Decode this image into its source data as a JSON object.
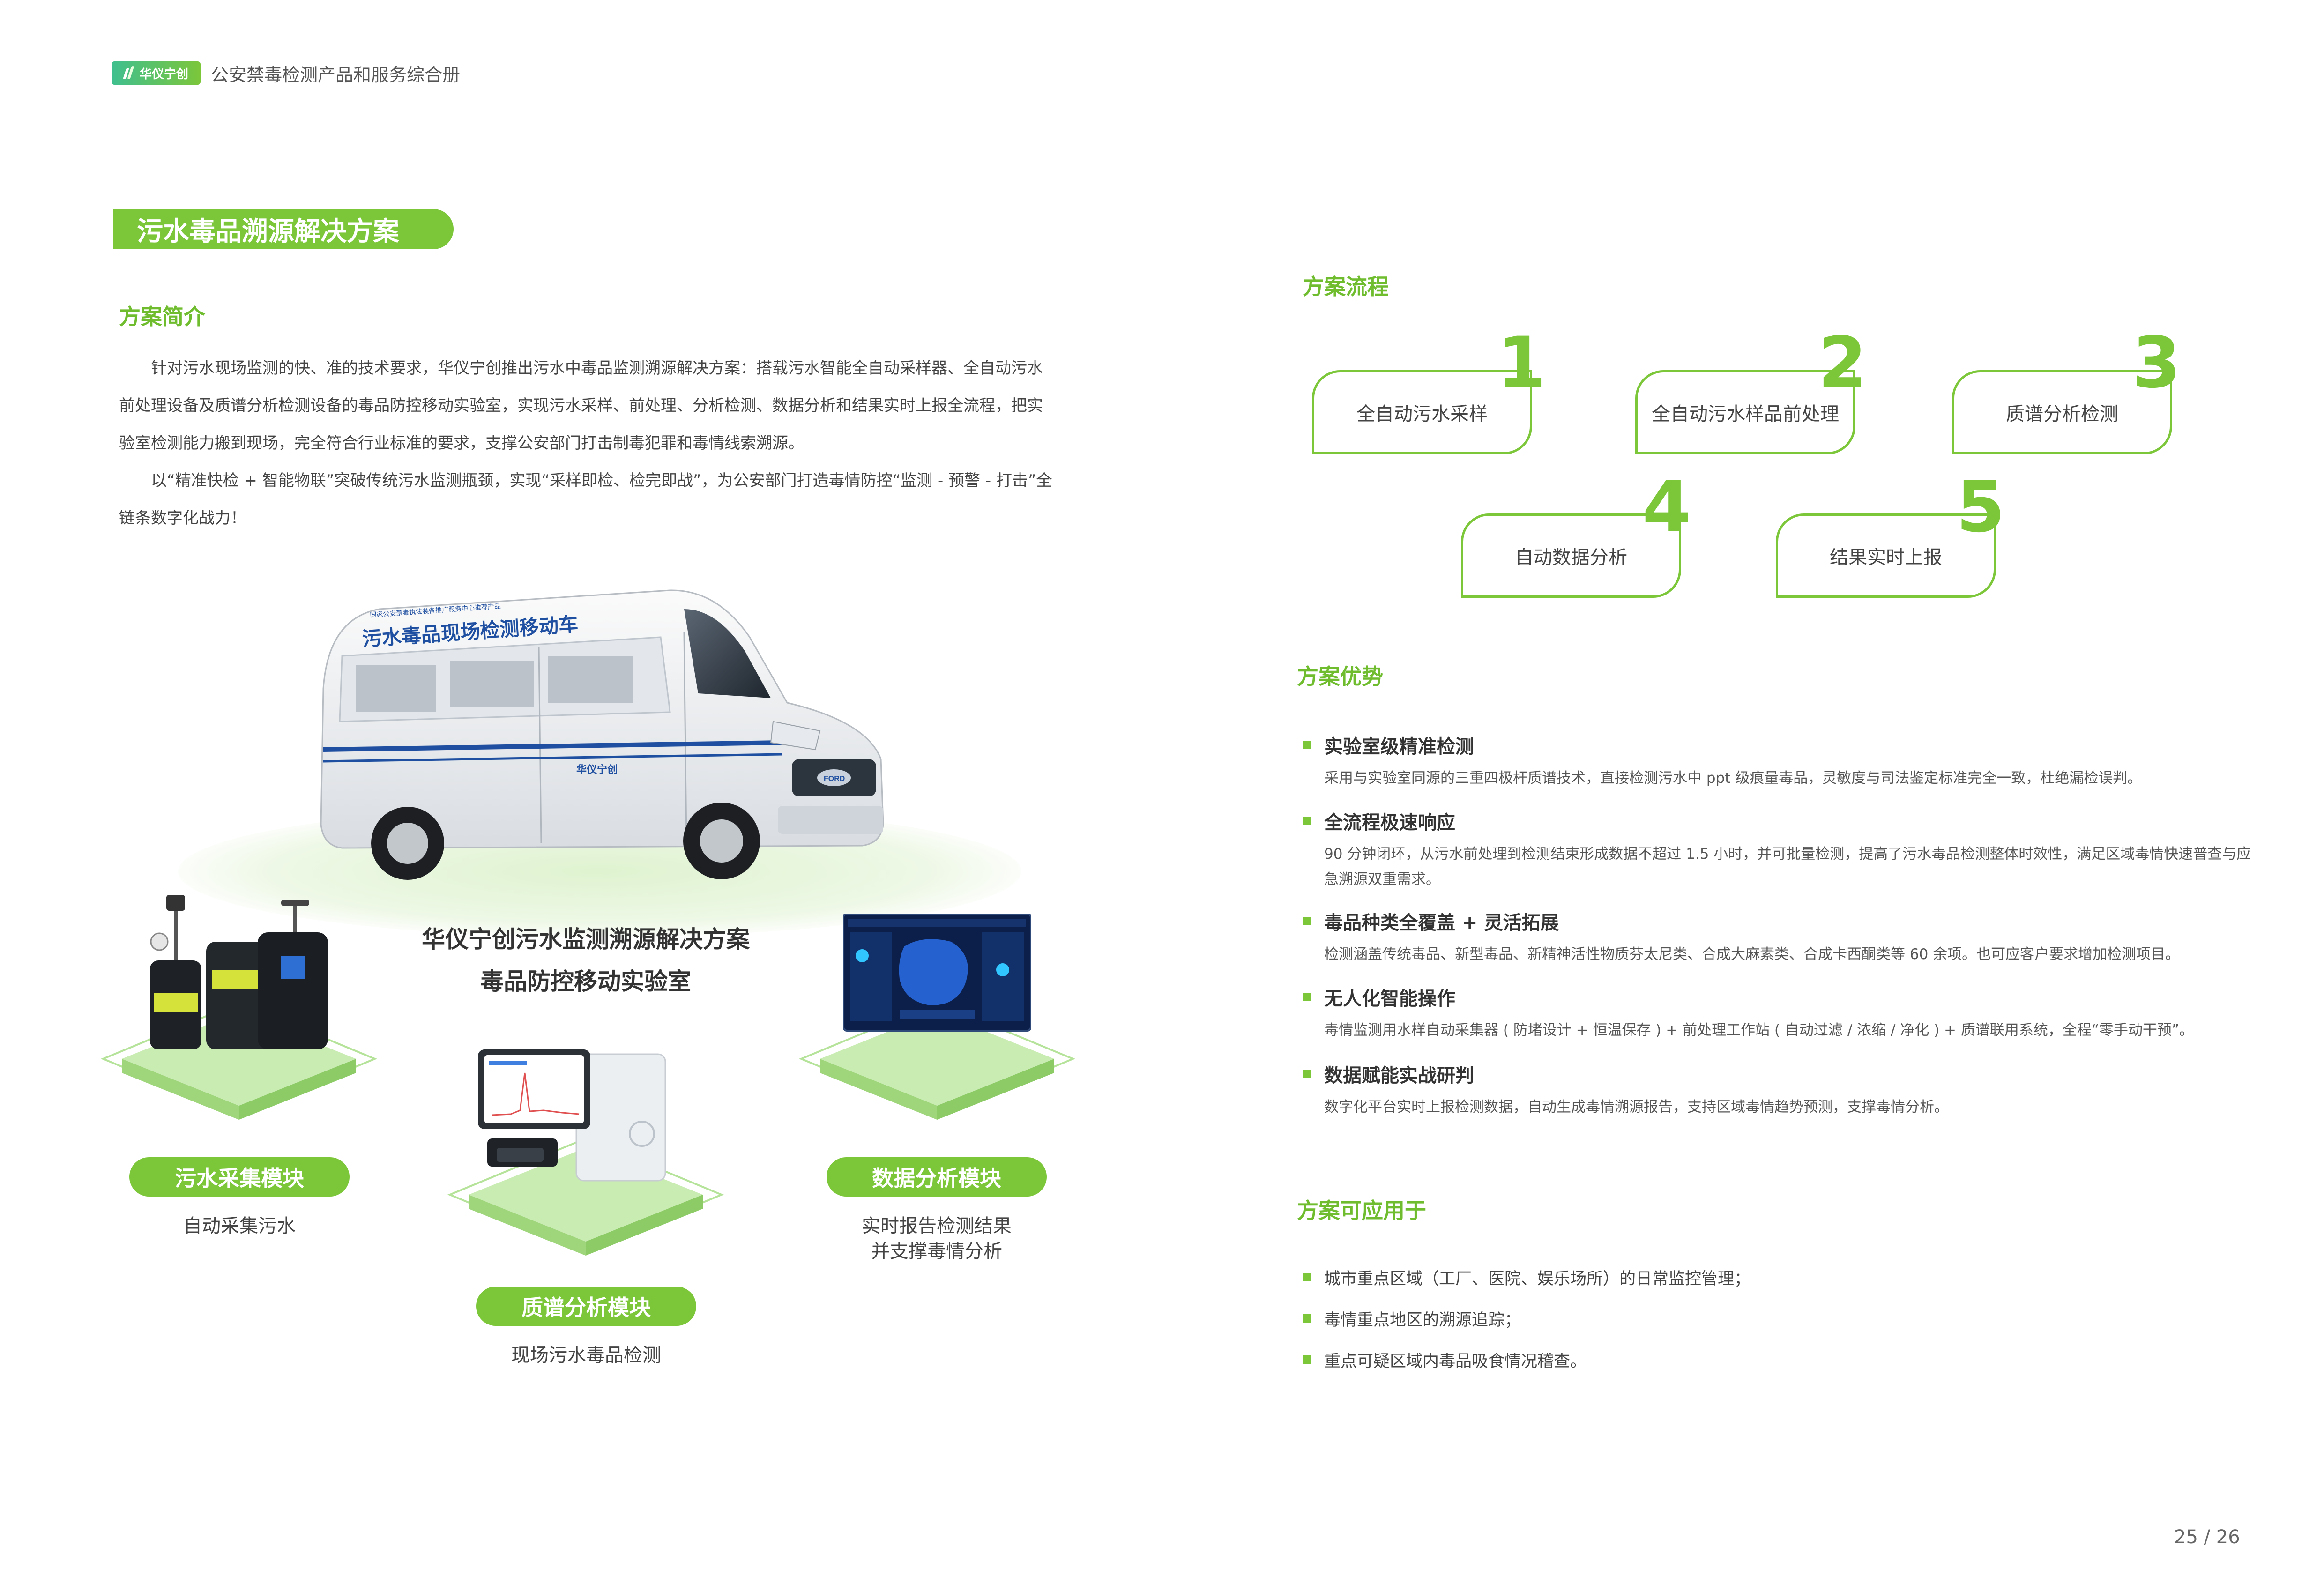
{
  "header": {
    "logo_text": "华仪宁创",
    "title": "公安禁毒检测产品和服务综合册"
  },
  "section_title": "污水毒品溯源解决方案",
  "intro": {
    "heading": "方案简介",
    "paragraph1": "针对污水现场监测的快、准的技术要求，华仪宁创推出污水中毒品监测溯源解决方案：搭载污水智能全自动采样器、全自动污水前处理设备及质谱分析检测设备的毒品防控移动实验室，实现污水采样、前处理、分析检测、数据分析和结果实时上报全流程，把实验室检测能力搬到现场，完全符合行业标准的要求，支撑公安部门打击制毒犯罪和毒情线索溯源。",
    "paragraph2": "以“精准快检 + 智能物联”突破传统污水监测瓶颈，实现“采样即检、检完即战”，为公安部门打造毒情防控“监测 - 预警 - 打击”全链条数字化战力！"
  },
  "van": {
    "banner_small": "国家公安禁毒执法装备推广服务中心推荐产品",
    "banner_main": "污水毒品现场检测移动车",
    "side_logo": "华仪宁创",
    "front_badge": "FORD"
  },
  "center_title": {
    "line1": "华仪宁创污水监测溯源解决方案",
    "line2": "毒品防控移动实验室"
  },
  "modules": [
    {
      "label": "污水采集模块",
      "desc": "自动采集污水"
    },
    {
      "label": "质谱分析模块",
      "desc": "现场污水毒品检测"
    },
    {
      "label": "数据分析模块",
      "desc": "实时报告检测结果\n并支撑毒情分析"
    }
  ],
  "process": {
    "heading": "方案流程",
    "steps": [
      {
        "num": "1",
        "label": "全自动污水采样"
      },
      {
        "num": "2",
        "label": "全自动污水样品前处理"
      },
      {
        "num": "3",
        "label": "质谱分析检测"
      },
      {
        "num": "4",
        "label": "自动数据分析"
      },
      {
        "num": "5",
        "label": "结果实时上报"
      }
    ]
  },
  "advantages": {
    "heading": "方案优势",
    "items": [
      {
        "title": "实验室级精准检测",
        "body": "采用与实验室同源的三重四极杆质谱技术，直接检测污水中 ppt 级痕量毒品，灵敏度与司法鉴定标准完全一致，杜绝漏检误判。"
      },
      {
        "title": "全流程极速响应",
        "body": "90 分钟闭环，从污水前处理到检测结束形成数据不超过 1.5 小时，并可批量检测，提高了污水毒品检测整体时效性，满足区域毒情快速普查与应急溯源双重需求。"
      },
      {
        "title": "毒品种类全覆盖 + 灵活拓展",
        "body": "检测涵盖传统毒品、新型毒品、新精神活性物质芬太尼类、合成大麻素类、合成卡西酮类等 60 余项。也可应客户要求增加检测项目。"
      },
      {
        "title": "无人化智能操作",
        "body": "毒情监测用水样自动采集器 ( 防堵设计 + 恒温保存 ) + 前处理工作站 ( 自动过滤 / 浓缩 / 净化 ) + 质谱联用系统，全程“零手动干预”。"
      },
      {
        "title": "数据赋能实战研判",
        "body": "数字化平台实时上报检测数据，自动生成毒情溯源报告，支持区域毒情趋势预测，支撑毒情分析。"
      }
    ]
  },
  "applications": {
    "heading": "方案可应用于",
    "items": [
      "城市重点区域（工厂、医院、娱乐场所）的日常监控管理；",
      "毒情重点地区的溯源追踪；",
      "重点可疑区域内毒品吸食情况稽查。"
    ]
  },
  "page_number": "25 / 26",
  "colors": {
    "accent": "#7cc63a",
    "heading": "#6fbd2f",
    "van_stripe": "#1f4fa0"
  }
}
